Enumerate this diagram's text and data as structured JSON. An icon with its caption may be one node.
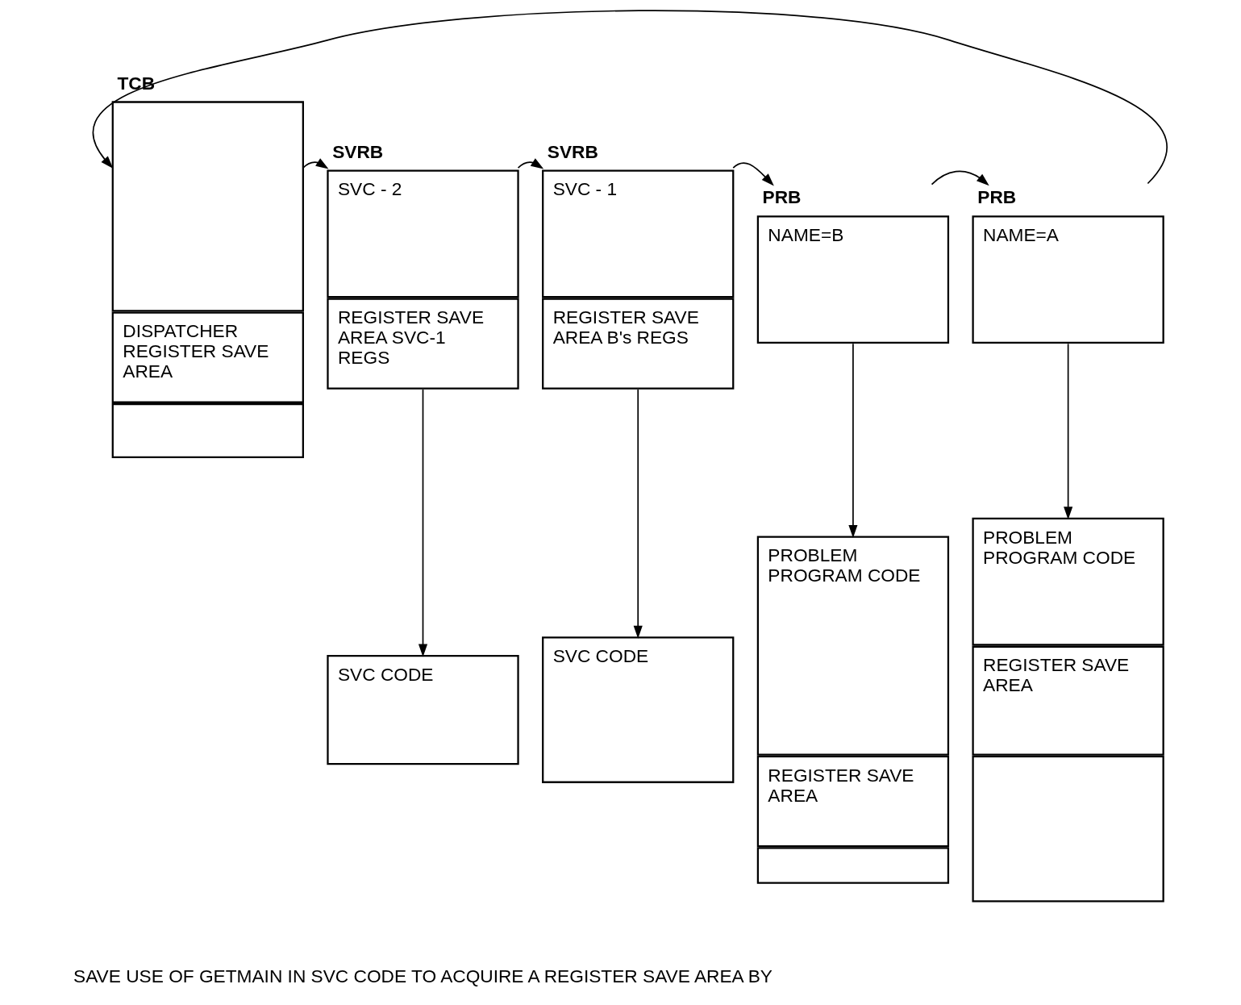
{
  "diagram": {
    "nodes": [
      {
        "text": [
          "TCB",
          "DISPATCHER REGISTER SAVE AREA"
        ]
      },
      {
        "text": [
          "SVRB",
          "SVC - 2",
          "REGISTER SAVE AREA SVC-1 REGS"
        ]
      },
      {
        "text": [
          "SVRB",
          "SVC - 1",
          "REGISTER SAVE AREA B's REGS"
        ]
      },
      {
        "text": [
          "PRB",
          "NAME=B"
        ]
      },
      {
        "text": [
          "PRB",
          "NAME=A"
        ]
      },
      {
        "text": [
          "SVC CODE"
        ]
      },
      {
        "text": [
          "SVC CODE"
        ]
      },
      {
        "text": [
          "PROBLEM PROGRAM CODE",
          "REGISTER SAVE AREA"
        ]
      },
      {
        "text": [
          "PROBLEM PROGRAM CODE",
          "REGISTER SAVE AREA"
        ]
      }
    ],
    "edges": [
      {
        "from": 0,
        "to": 1,
        "arrow": "to"
      },
      {
        "from": 1,
        "to": 2,
        "arrow": "to"
      },
      {
        "from": 2,
        "to": 3,
        "arrow": "to"
      },
      {
        "from": 3,
        "to": 4,
        "arrow": "to"
      },
      {
        "from": 4,
        "to": 0,
        "arrow": "to"
      },
      {
        "from": 1,
        "to": 5,
        "arrow": "to"
      },
      {
        "from": 2,
        "to": 6,
        "arrow": "to"
      },
      {
        "from": 3,
        "to": 7,
        "arrow": "to"
      },
      {
        "from": 4,
        "to": 8,
        "arrow": "to"
      }
    ],
    "labels": [
      "SAVE USE OF GETMAIN IN SVC CODE TO ACQUIRE A REGISTER SAVE AREA BY"
    ]
  }
}
